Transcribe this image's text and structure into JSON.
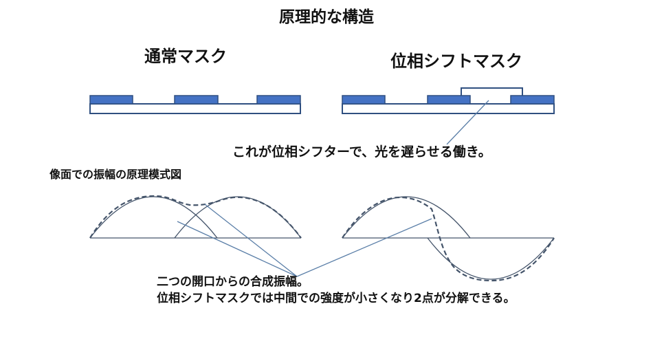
{
  "title": "原理的な構造",
  "masks": {
    "normal_label": "通常マスク",
    "phase_shift_label": "位相シフトマスク",
    "shifter_note": "これが位相シフターで、光を遅らせる働き。"
  },
  "amplitude": {
    "subtitle": "像面での振幅の原理模式図",
    "caption_line1": "二つの開口からの合成振幅。",
    "caption_line2": "位相シフトマスクでは中間での強度が小さくなり2点が分解できる。"
  },
  "colors": {
    "chrome_fill": "#4472c4",
    "outline": "#2f4f80",
    "curve": "#44546a",
    "pointer": "#5b7fa8"
  }
}
